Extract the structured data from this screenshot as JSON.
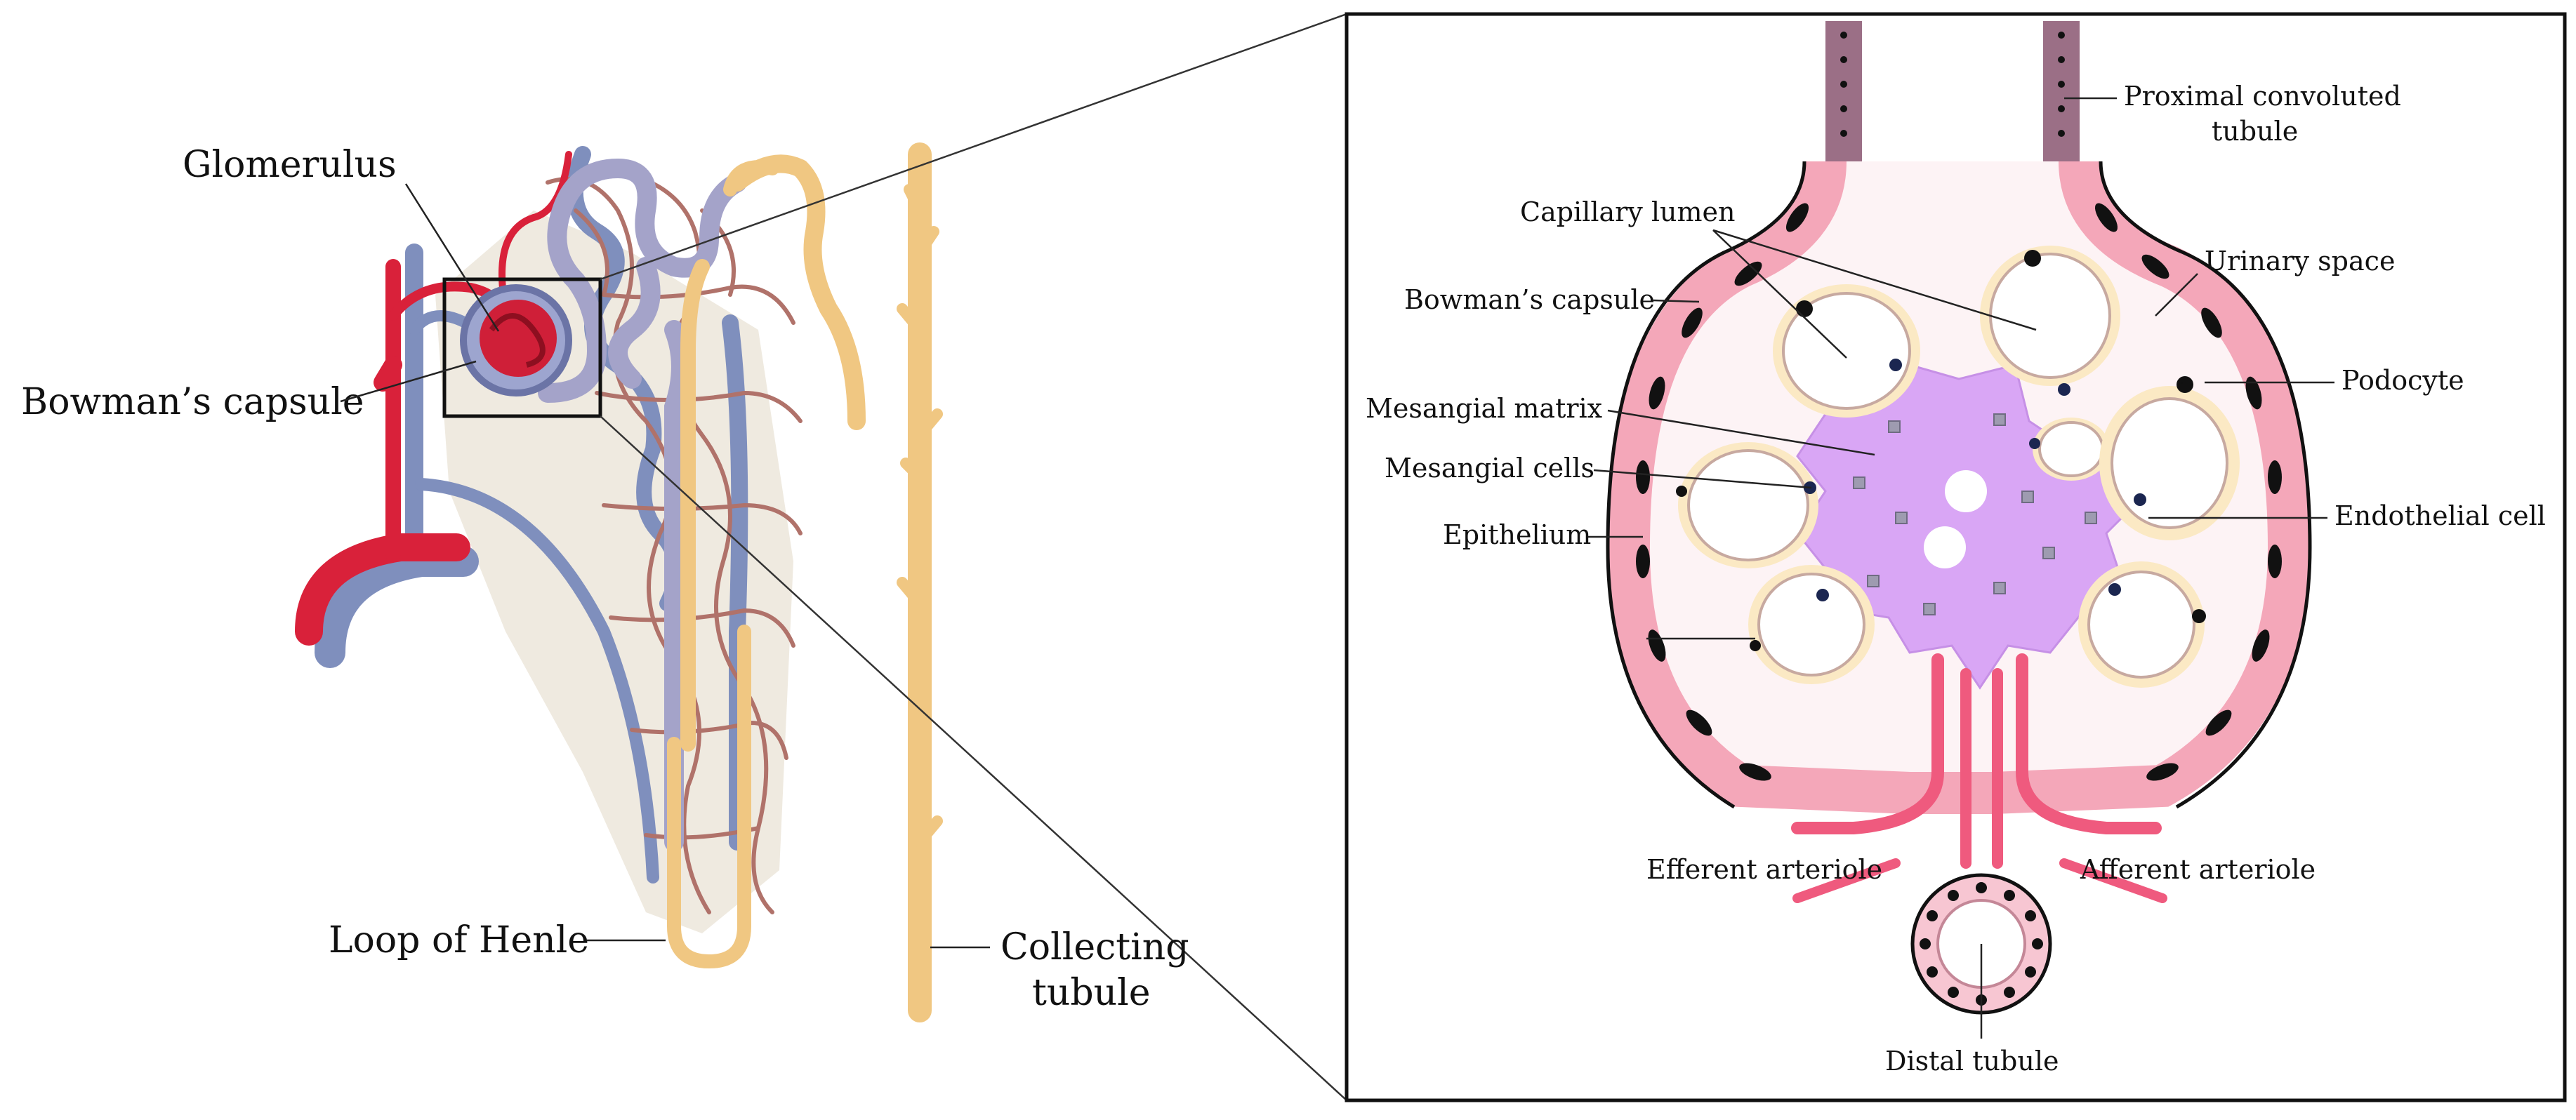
{
  "colors": {
    "artery": "#d9213a",
    "vein": "#8f9cc4",
    "tubule": "#f0c782",
    "capillary_net": "#b0726a",
    "interstitium": "#efeae0",
    "capsule_wall": "#f4a7b9",
    "nucleus": "#111111",
    "mesangium": "#d9a6f5",
    "capillary_halo": "#fbe9c4",
    "arteriole": "#ef5a7e",
    "proximal_tubule": "#9b6f86"
  },
  "left_panel": {
    "labels": {
      "glomerulus": "Glomerulus",
      "bowmans_capsule": "Bowman’s capsule",
      "loop_of_henle": "Loop of Henle",
      "collecting_tubule_line1": "Collecting",
      "collecting_tubule_line2": "tubule"
    }
  },
  "right_panel": {
    "labels": {
      "proximal_line1": "Proximal convoluted",
      "proximal_line2": "tubule",
      "capillary_lumen": "Capillary lumen",
      "urinary_space": "Urinary space",
      "bowmans_capsule": "Bowman’s capsule",
      "podocyte": "Podocyte",
      "mesangial_matrix": "Mesangial matrix",
      "mesangial_cells": "Mesangial cells",
      "endothelial_cell": "Endothelial cell",
      "epithelium": "Epithelium",
      "efferent_arteriole": "Efferent arteriole",
      "afferent_arteriole": "Afferent arteriole",
      "distal_tubule": "Distal tubule"
    }
  }
}
